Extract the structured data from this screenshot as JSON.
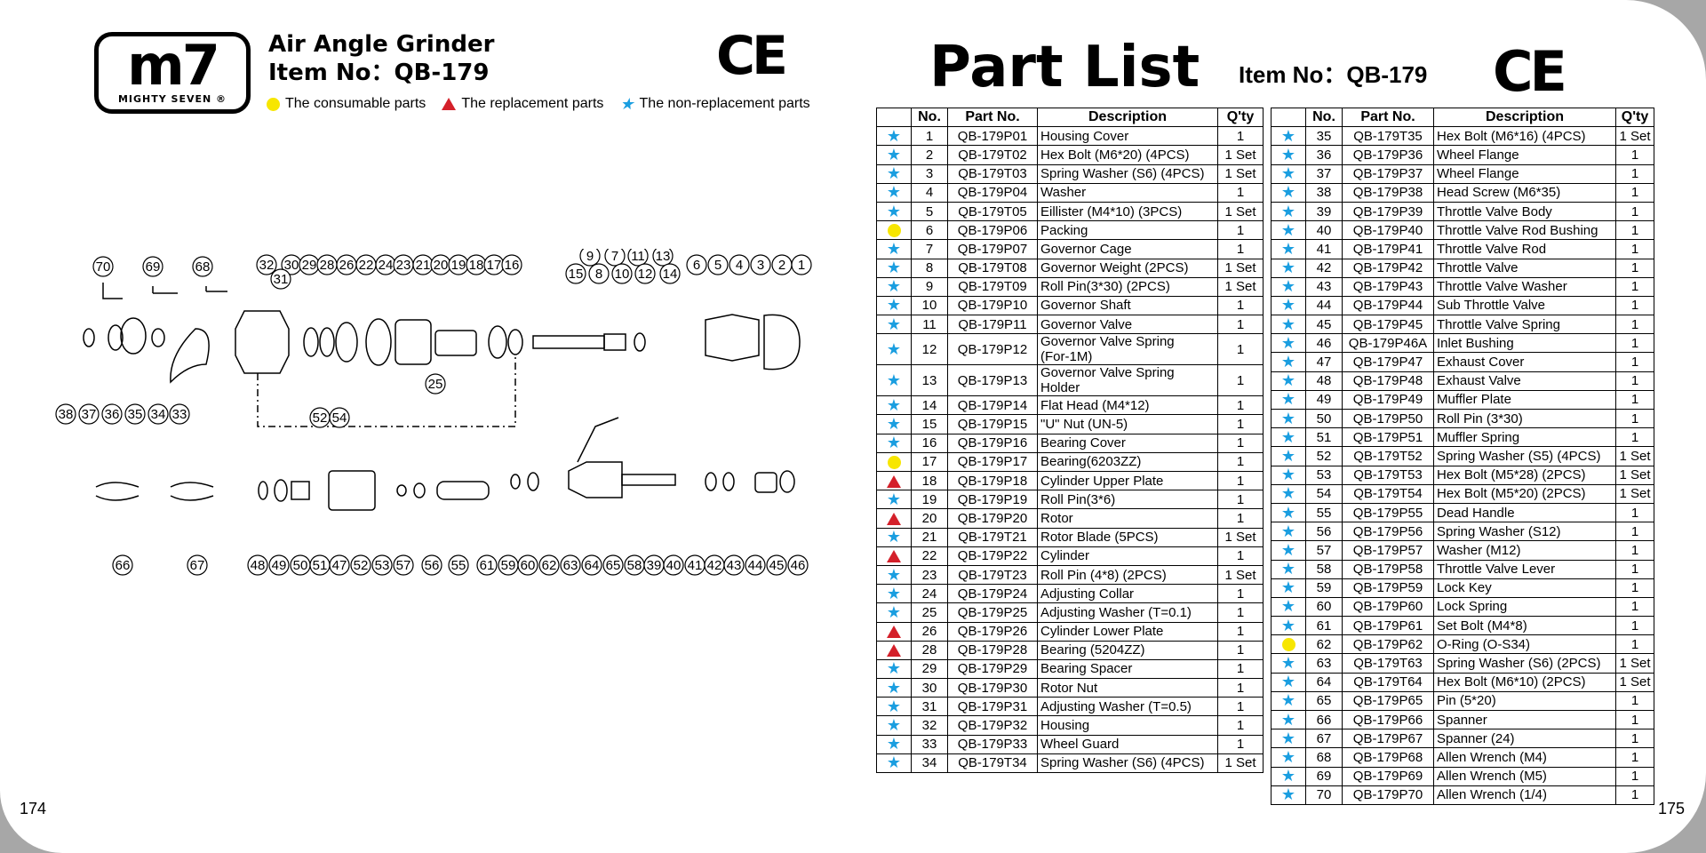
{
  "brand": {
    "logo_text": "m7",
    "logo_subtext": "MIGHTY SEVEN ®"
  },
  "header": {
    "title_line1": "Air Angle Grinder",
    "title_line2": "Item No：QB-179",
    "ce_mark": "CE"
  },
  "legend": {
    "consumable": "The consumable parts",
    "replacement": "The replacement parts",
    "non_replacement": "The non-replacement parts",
    "consumable_color": "#f7e600",
    "replacement_color": "#d4202a",
    "non_replacement_color": "#1a9ee0"
  },
  "diagram_labels": [
    "70",
    "69",
    "68",
    "32",
    "30",
    "29",
    "28",
    "26",
    "22",
    "24",
    "23",
    "21",
    "20",
    "19",
    "18",
    "17",
    "16",
    "9",
    "7",
    "11",
    "13",
    "15",
    "8",
    "10",
    "12",
    "14",
    "6",
    "5",
    "4",
    "3",
    "2",
    "1",
    "31",
    "25",
    "38",
    "37",
    "36",
    "35",
    "34",
    "33",
    "52",
    "54",
    "66",
    "67",
    "48",
    "49",
    "50",
    "51",
    "47",
    "52",
    "53",
    "57",
    "56",
    "55",
    "61",
    "59",
    "60",
    "62",
    "63",
    "64",
    "65",
    "58",
    "39",
    "40",
    "41",
    "42",
    "43",
    "44",
    "45",
    "46"
  ],
  "page_numbers": {
    "left": "174",
    "right": "175"
  },
  "right_header": {
    "title": "Part List",
    "item_no": "Item No：QB-179",
    "ce_mark": "CE"
  },
  "table_headers": {
    "no": "No.",
    "part_no": "Part No.",
    "description": "Description",
    "qty": "Q'ty"
  },
  "parts_left": [
    {
      "t": "star",
      "no": "1",
      "part": "QB-179P01",
      "desc": "Housing Cover",
      "qty": "1"
    },
    {
      "t": "star",
      "no": "2",
      "part": "QB-179T02",
      "desc": "Hex Bolt (M6*20) (4PCS)",
      "qty": "1 Set"
    },
    {
      "t": "star",
      "no": "3",
      "part": "QB-179T03",
      "desc": "Spring Washer (S6) (4PCS)",
      "qty": "1 Set"
    },
    {
      "t": "star",
      "no": "4",
      "part": "QB-179P04",
      "desc": "Washer",
      "qty": "1"
    },
    {
      "t": "star",
      "no": "5",
      "part": "QB-179T05",
      "desc": "Eillister (M4*10) (3PCS)",
      "qty": "1 Set"
    },
    {
      "t": "dot",
      "no": "6",
      "part": "QB-179P06",
      "desc": "Packing",
      "qty": "1"
    },
    {
      "t": "star",
      "no": "7",
      "part": "QB-179P07",
      "desc": "Governor Cage",
      "qty": "1"
    },
    {
      "t": "star",
      "no": "8",
      "part": "QB-179T08",
      "desc": "Governor Weight (2PCS)",
      "qty": "1 Set"
    },
    {
      "t": "star",
      "no": "9",
      "part": "QB-179T09",
      "desc": "Roll Pin(3*30) (2PCS)",
      "qty": "1 Set"
    },
    {
      "t": "star",
      "no": "10",
      "part": "QB-179P10",
      "desc": "Governor Shaft",
      "qty": "1"
    },
    {
      "t": "star",
      "no": "11",
      "part": "QB-179P11",
      "desc": "Governor Valve",
      "qty": "1"
    },
    {
      "t": "star",
      "no": "12",
      "part": "QB-179P12",
      "desc": "Governor Valve Spring",
      "desc2": "(For-1M)",
      "qty": "1"
    },
    {
      "t": "star",
      "no": "13",
      "part": "QB-179P13",
      "desc": "Governor Valve Spring",
      "desc2": " Holder",
      "qty": "1"
    },
    {
      "t": "star",
      "no": "14",
      "part": "QB-179P14",
      "desc": "Flat Head (M4*12)",
      "qty": "1"
    },
    {
      "t": "star",
      "no": "15",
      "part": "QB-179P15",
      "desc": "\"U\" Nut (UN-5)",
      "qty": "1"
    },
    {
      "t": "star",
      "no": "16",
      "part": "QB-179P16",
      "desc": "Bearing Cover",
      "qty": "1"
    },
    {
      "t": "dot",
      "no": "17",
      "part": "QB-179P17",
      "desc": "Bearing(6203ZZ)",
      "qty": "1"
    },
    {
      "t": "tri",
      "no": "18",
      "part": "QB-179P18",
      "desc": "Cylinder Upper Plate",
      "qty": "1"
    },
    {
      "t": "star",
      "no": "19",
      "part": "QB-179P19",
      "desc": "Roll Pin(3*6)",
      "qty": "1"
    },
    {
      "t": "tri",
      "no": "20",
      "part": "QB-179P20",
      "desc": "Rotor",
      "qty": "1"
    },
    {
      "t": "star",
      "no": "21",
      "part": "QB-179T21",
      "desc": "Rotor Blade (5PCS)",
      "qty": "1 Set"
    },
    {
      "t": "tri",
      "no": "22",
      "part": "QB-179P22",
      "desc": "Cylinder",
      "qty": "1"
    },
    {
      "t": "star",
      "no": "23",
      "part": "QB-179T23",
      "desc": "Roll Pin (4*8) (2PCS)",
      "qty": "1 Set"
    },
    {
      "t": "star",
      "no": "24",
      "part": "QB-179P24",
      "desc": "Adjusting Collar",
      "qty": "1"
    },
    {
      "t": "star",
      "no": "25",
      "part": "QB-179P25",
      "desc": "Adjusting Washer (T=0.1)",
      "qty": "1"
    },
    {
      "t": "tri",
      "no": "26",
      "part": "QB-179P26",
      "desc": "Cylinder Lower Plate",
      "qty": "1"
    },
    {
      "t": "tri",
      "no": "28",
      "part": "QB-179P28",
      "desc": "Bearing (5204ZZ)",
      "qty": "1"
    },
    {
      "t": "star",
      "no": "29",
      "part": "QB-179P29",
      "desc": "Bearing Spacer",
      "qty": "1"
    },
    {
      "t": "star",
      "no": "30",
      "part": "QB-179P30",
      "desc": "Rotor Nut",
      "qty": "1"
    },
    {
      "t": "star",
      "no": "31",
      "part": "QB-179P31",
      "desc": "Adjusting Washer (T=0.5)",
      "qty": "1"
    },
    {
      "t": "star",
      "no": "32",
      "part": "QB-179P32",
      "desc": "Housing",
      "qty": "1"
    },
    {
      "t": "star",
      "no": "33",
      "part": "QB-179P33",
      "desc": "Wheel Guard",
      "qty": "1"
    },
    {
      "t": "star",
      "no": "34",
      "part": "QB-179T34",
      "desc": "Spring Washer (S6) (4PCS)",
      "qty": "1 Set"
    }
  ],
  "parts_right": [
    {
      "t": "star",
      "no": "35",
      "part": "QB-179T35",
      "desc": "Hex Bolt (M6*16) (4PCS)",
      "qty": "1 Set"
    },
    {
      "t": "star",
      "no": "36",
      "part": "QB-179P36",
      "desc": "Wheel Flange",
      "qty": "1"
    },
    {
      "t": "star",
      "no": "37",
      "part": "QB-179P37",
      "desc": "Wheel Flange",
      "qty": "1"
    },
    {
      "t": "star",
      "no": "38",
      "part": "QB-179P38",
      "desc": "Head Screw (M6*35)",
      "qty": "1"
    },
    {
      "t": "star",
      "no": "39",
      "part": "QB-179P39",
      "desc": "Throttle Valve Body",
      "qty": "1"
    },
    {
      "t": "star",
      "no": "40",
      "part": "QB-179P40",
      "desc": "Throttle Valve Rod Bushing",
      "qty": "1"
    },
    {
      "t": "star",
      "no": "41",
      "part": "QB-179P41",
      "desc": "Throttle Valve Rod",
      "qty": "1"
    },
    {
      "t": "star",
      "no": "42",
      "part": "QB-179P42",
      "desc": "Throttle Valve",
      "qty": "1"
    },
    {
      "t": "star",
      "no": "43",
      "part": "QB-179P43",
      "desc": "Throttle Valve Washer",
      "qty": "1"
    },
    {
      "t": "star",
      "no": "44",
      "part": "QB-179P44",
      "desc": "Sub Throttle Valve",
      "qty": "1"
    },
    {
      "t": "star",
      "no": "45",
      "part": "QB-179P45",
      "desc": "Throttle Valve Spring",
      "qty": "1"
    },
    {
      "t": "star",
      "no": "46",
      "part": "QB-179P46A",
      "desc": "Inlet Bushing",
      "qty": "1"
    },
    {
      "t": "star",
      "no": "47",
      "part": "QB-179P47",
      "desc": "Exhaust Cover",
      "qty": "1"
    },
    {
      "t": "star",
      "no": "48",
      "part": "QB-179P48",
      "desc": "Exhaust Valve",
      "qty": "1"
    },
    {
      "t": "star",
      "no": "49",
      "part": "QB-179P49",
      "desc": "Muffler Plate",
      "qty": "1"
    },
    {
      "t": "star",
      "no": "50",
      "part": "QB-179P50",
      "desc": "Roll Pin (3*30)",
      "qty": "1"
    },
    {
      "t": "star",
      "no": "51",
      "part": "QB-179P51",
      "desc": "Muffler Spring",
      "qty": "1"
    },
    {
      "t": "star",
      "no": "52",
      "part": "QB-179T52",
      "desc": "Spring Washer (S5) (4PCS)",
      "qty": "1 Set"
    },
    {
      "t": "star",
      "no": "53",
      "part": "QB-179T53",
      "desc": "Hex Bolt (M5*28) (2PCS)",
      "qty": "1 Set"
    },
    {
      "t": "star",
      "no": "54",
      "part": "QB-179T54",
      "desc": "Hex Bolt (M5*20) (2PCS)",
      "qty": "1 Set"
    },
    {
      "t": "star",
      "no": "55",
      "part": "QB-179P55",
      "desc": "Dead Handle",
      "qty": "1"
    },
    {
      "t": "star",
      "no": "56",
      "part": "QB-179P56",
      "desc": "Spring Washer (S12)",
      "qty": "1"
    },
    {
      "t": "star",
      "no": "57",
      "part": "QB-179P57",
      "desc": "Washer (M12)",
      "qty": "1"
    },
    {
      "t": "star",
      "no": "58",
      "part": "QB-179P58",
      "desc": "Throttle Valve Lever",
      "qty": "1"
    },
    {
      "t": "star",
      "no": "59",
      "part": "QB-179P59",
      "desc": "Lock Key",
      "qty": "1"
    },
    {
      "t": "star",
      "no": "60",
      "part": "QB-179P60",
      "desc": "Lock Spring",
      "qty": "1"
    },
    {
      "t": "star",
      "no": "61",
      "part": "QB-179P61",
      "desc": "Set Bolt (M4*8)",
      "qty": "1"
    },
    {
      "t": "dot",
      "no": "62",
      "part": "QB-179P62",
      "desc": "O-Ring (O-S34)",
      "qty": "1"
    },
    {
      "t": "star",
      "no": "63",
      "part": "QB-179T63",
      "desc": "Spring Washer (S6) (2PCS)",
      "qty": "1 Set"
    },
    {
      "t": "star",
      "no": "64",
      "part": "QB-179T64",
      "desc": "Hex Bolt (M6*10) (2PCS)",
      "qty": "1 Set"
    },
    {
      "t": "star",
      "no": "65",
      "part": "QB-179P65",
      "desc": "Pin (5*20)",
      "qty": "1"
    },
    {
      "t": "star",
      "no": "66",
      "part": "QB-179P66",
      "desc": "Spanner",
      "qty": "1"
    },
    {
      "t": "star",
      "no": "67",
      "part": "QB-179P67",
      "desc": "Spanner (24)",
      "qty": "1"
    },
    {
      "t": "star",
      "no": "68",
      "part": "QB-179P68",
      "desc": "Allen Wrench (M4)",
      "qty": "1"
    },
    {
      "t": "star",
      "no": "69",
      "part": "QB-179P69",
      "desc": "Allen Wrench (M5)",
      "qty": "1"
    },
    {
      "t": "star",
      "no": "70",
      "part": "QB-179P70",
      "desc": "Allen Wrench (1/4)",
      "qty": "1"
    }
  ]
}
